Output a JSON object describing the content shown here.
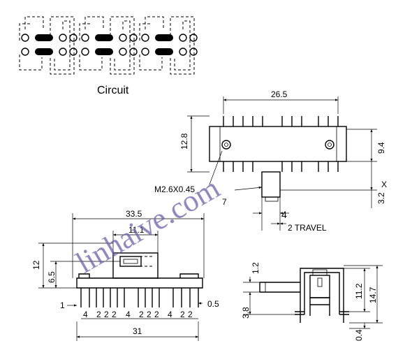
{
  "circuit": {
    "title": "Circuit"
  },
  "top_view": {
    "width": "26.5",
    "height": "12.8",
    "hole_spacing": "9.4",
    "x_label": "X",
    "offset": "3.2",
    "thread": "M2.6X0.45",
    "pin_offset": "7",
    "knob": "4",
    "travel": "2 TRAVEL"
  },
  "front_view": {
    "overall": "33.5",
    "knob_width": "11.1",
    "height": "12",
    "knob_height": "6.5",
    "left_offset": "1",
    "pin_thick": "0.5",
    "base": "31",
    "pitches": [
      "4",
      "2",
      "2",
      "2",
      "4",
      "2",
      "2",
      "2",
      "4",
      "2",
      "2"
    ]
  },
  "side_view": {
    "top": "1.2",
    "mid": "11.2",
    "total": "14.7",
    "pin": "3.8",
    "tail": "0.4"
  },
  "watermark": "linhaive.com"
}
